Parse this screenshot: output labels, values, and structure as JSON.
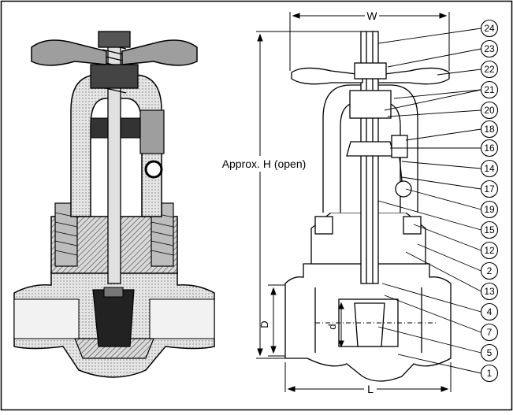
{
  "dimensions": {
    "width_label": "W",
    "height_label": "Approx. H (open)",
    "length_label": "L",
    "D_label": "D",
    "d_label": "d"
  },
  "callouts": [
    "24",
    "23",
    "22",
    "21",
    "20",
    "18",
    "16",
    "14",
    "17",
    "19",
    "15",
    "12",
    "2",
    "13",
    "4",
    "7",
    "5",
    "1"
  ],
  "colors": {
    "ink": "#000000",
    "shade": "#6b6b6b",
    "light": "#bdbdbd",
    "paper": "#ffffff"
  }
}
